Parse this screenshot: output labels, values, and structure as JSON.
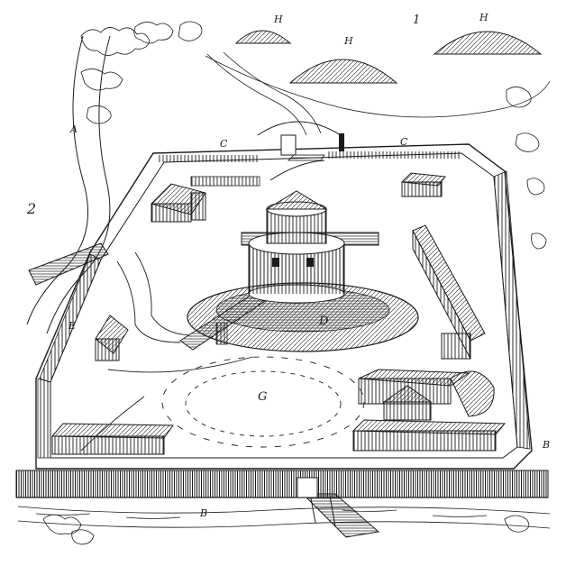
{
  "engraving": {
    "subject": "fortified-enclosure",
    "style": "black-and-white line engraving"
  },
  "labels": {
    "hill_1": "H",
    "hill_2": "H",
    "hill_3": "H",
    "plate_number": "1",
    "road_a": "A",
    "gate_c_left": "C",
    "gate_c_right": "C",
    "marker_e": "E",
    "marker_d": "D",
    "marker_g": "G",
    "wall_b_right": "B",
    "wall_b_bottom": "B",
    "margin_mark": "2"
  },
  "colors": {
    "ink": "#1b1b1b",
    "paper": "#ffffff"
  }
}
